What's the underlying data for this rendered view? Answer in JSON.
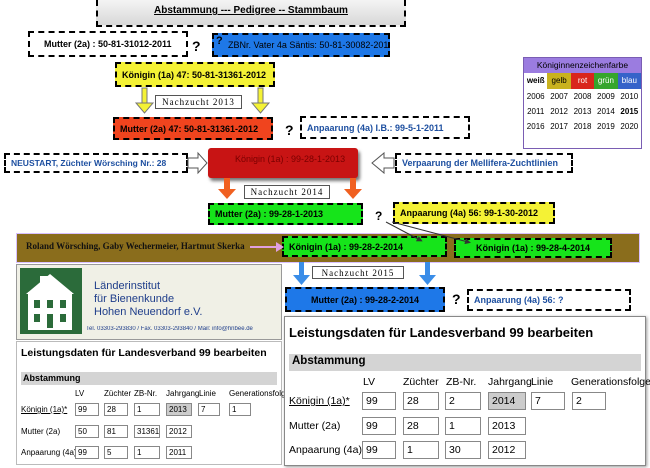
{
  "header": {
    "title": "Abstammung --- Pedigree -- Stammbaum"
  },
  "boxes": {
    "mutter_top": "Mutter (2a) : 50-81-31012-2011",
    "vater_top": "ZBNr. Vater 4a Säntis: 50-81-30082-2011",
    "koenigin_1": "Königin (1a) 47: 50-81-31361-2012",
    "mutter_2": "Mutter (2a) 47: 50-81-31361-2012",
    "anpaarung_1": "Anpaarung (4a) I.B.: 99-5-1-2011",
    "neustart": "NEUSTART, Züchter Wörsching Nr.: 28",
    "koenigin_red": "Königin (1a) : 99-28-1-2013",
    "verpaarung": "Verpaarung der Mellifera-Zuchtlinien",
    "mutter_3": "Mutter (2a) : 99-28-1-2013",
    "anpaarung_2": "Anpaarung (4a) 56: 99-1-30-2012",
    "koenigin_green1": "Königin (1a) : 99-28-2-2014",
    "koenigin_green2": "Königin (1a) : 99-28-4-2014",
    "mutter_4": "Mutter (2a) : 99-28-2-2014",
    "anpaarung_3": "Anpaarung (4a) 56: ?"
  },
  "question_mark": "?",
  "nachzucht": [
    "Nachzucht 2013",
    "Nachzucht 2014",
    "Nachzucht 2015"
  ],
  "breeders_bar": "Roland Wörsching, Gaby Wechermeier, Hartmut Skerka",
  "color_table": {
    "title": "Königinnenzeichenfarbe",
    "colors": [
      {
        "name": "weiß",
        "hex": "#ffffff"
      },
      {
        "name": "gelb",
        "hex": "#c9b21e"
      },
      {
        "name": "rot",
        "hex": "#d9261c"
      },
      {
        "name": "grün",
        "hex": "#35a52c"
      },
      {
        "name": "blau",
        "hex": "#3563c9"
      }
    ],
    "years": [
      [
        "2006",
        "2007",
        "2008",
        "2009",
        "2010"
      ],
      [
        "2011",
        "2012",
        "2013",
        "2014",
        "2015"
      ],
      [
        "2016",
        "2017",
        "2018",
        "2019",
        "2020"
      ]
    ]
  },
  "institute": {
    "name_line1": "Länderinstitut",
    "name_line2": "für Bienenkunde",
    "name_line3": "Hohen Neuendorf e.V.",
    "contact": "Tel. 03303-293830 / Fax. 03303-293840 / Mail: info@hnbee.de"
  },
  "form_small": {
    "title": "Leistungsdaten für Landesverband 99 bearbeiten",
    "section": "Abstammung",
    "headers": [
      "LV",
      "Züchter",
      "ZB-Nr.",
      "Jahrgang",
      "Linie",
      "Generationsfolge"
    ],
    "rows": [
      {
        "label": "Königin (1a)*",
        "values": [
          "99",
          "28",
          "1",
          "2013",
          "7",
          "1"
        ]
      },
      {
        "label": "Mutter (2a)",
        "values": [
          "50",
          "81",
          "31361",
          "2012"
        ]
      },
      {
        "label": "Anpaarung (4a)",
        "values": [
          "99",
          "5",
          "1",
          "2011"
        ]
      }
    ]
  },
  "form_large": {
    "title": "Leistungsdaten für Landesverband 99 bearbeiten",
    "section": "Abstammung",
    "headers": [
      "LV",
      "Züchter",
      "ZB-Nr.",
      "Jahrgang",
      "Linie",
      "Generationsfolge"
    ],
    "rows": [
      {
        "label": "Königin (1a)*",
        "values": [
          "99",
          "28",
          "2",
          "2014",
          "7",
          "2"
        ]
      },
      {
        "label": "Mutter (2a)",
        "values": [
          "99",
          "28",
          "1",
          "2013"
        ]
      },
      {
        "label": "Anpaarung (4a)",
        "values": [
          "99",
          "1",
          "30",
          "2012"
        ]
      }
    ]
  }
}
